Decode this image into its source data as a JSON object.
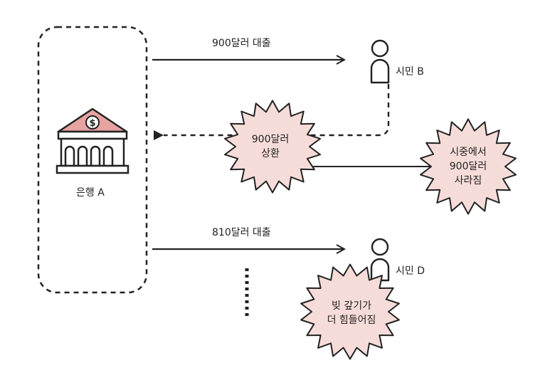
{
  "bank": {
    "label": "은행 A",
    "symbol": "$"
  },
  "arrows": {
    "loan_top": "900달러 대출",
    "loan_bottom": "810달러 대출"
  },
  "people": {
    "b": "시민 B",
    "d": "시민 D"
  },
  "bursts": {
    "repay": {
      "line1": "900달러",
      "line2": "상환"
    },
    "vanish": {
      "line1": "시중에서",
      "line2": "900달러",
      "line3": "사라짐"
    },
    "harder": {
      "line1": "빚 갚기가",
      "line2": "더 힘들어짐"
    }
  },
  "colors": {
    "stroke": "#222222",
    "burst_fill": "#f6dcd8",
    "bank_roof": "#e7a3a1",
    "bank_body": "#ffffff"
  }
}
